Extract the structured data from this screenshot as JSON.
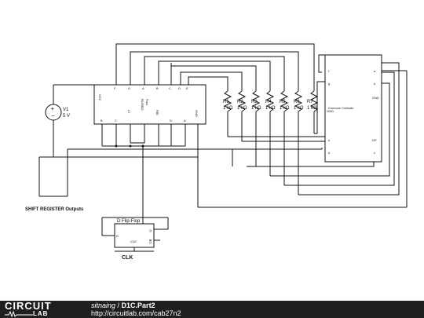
{
  "schematic": {
    "voltage_source": {
      "name": "V1",
      "value": "5 V"
    },
    "shift_register": {
      "top_pins": [
        "VCC",
        "F",
        "G",
        "A",
        "B",
        "C",
        "D",
        "E"
      ],
      "bottom_pins": [
        "B",
        "C",
        "LT",
        "BL/RBO",
        "RBI",
        "D",
        "A",
        "GND"
      ],
      "tiny_label": "Fwd"
    },
    "resistors": [
      {
        "name": "R1",
        "value": "1 kΩ"
      },
      {
        "name": "R2",
        "value": "1 kΩ"
      },
      {
        "name": "R3",
        "value": "1 kΩ"
      },
      {
        "name": "R4",
        "value": "1 kΩ"
      },
      {
        "name": "R5",
        "value": "1 kΩ"
      },
      {
        "name": "R6",
        "value": "1 kΩ"
      },
      {
        "name": "R7",
        "value": "1 kΩ"
      }
    ],
    "display": {
      "label": "Common Cathode",
      "left_pins": [
        "f",
        "g",
        "GND",
        "e",
        "d"
      ],
      "right_pins": [
        "a",
        "b",
        "GND",
        "DP",
        "c"
      ]
    },
    "outputs_label": "SHIFT REGISTER Outputs",
    "flip_flop": {
      "title": "D Flip-Flop",
      "d": "D",
      "q": "Q",
      "qbar": "Q",
      "clk": "CLK"
    },
    "clock_label": "CLK"
  },
  "footer": {
    "logo_top": "CIRCUIT",
    "logo_bottom": "LAB",
    "author": "sitnaing",
    "separator": " / ",
    "title": "D1C.Part2",
    "url": "http://circuitlab.com/cab27n2"
  },
  "colors": {
    "footer_bg": "#1f1f1f",
    "wire": "#111111",
    "background": "#ffffff"
  }
}
